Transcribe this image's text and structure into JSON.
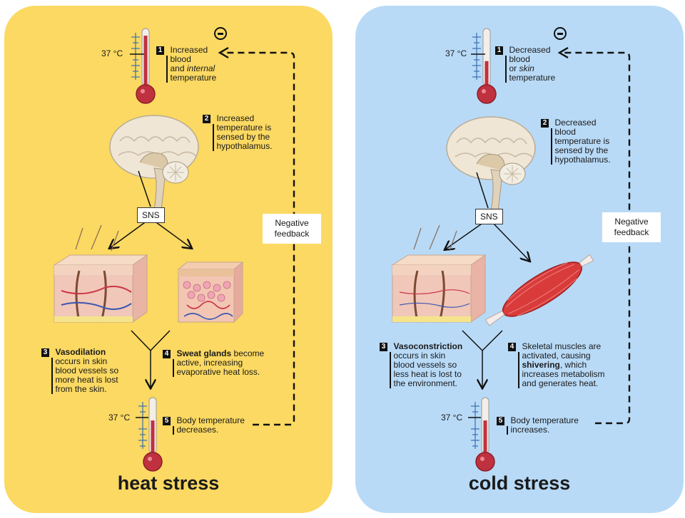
{
  "heat": {
    "title": "heat stress",
    "temp_top": "37 °C",
    "temp_bottom": "37 °C",
    "step1": {
      "num": "1",
      "line1": "Increased",
      "line2": "blood",
      "line3a": "and ",
      "line3b": "internal",
      "line4": "temperature"
    },
    "step2": {
      "num": "2",
      "text": "Increased temperature is sensed by the hypothalamus."
    },
    "sns": "SNS",
    "step3": {
      "num": "3",
      "bold": "Vasodilation",
      "rest": " occurs in skin blood vessels so more heat is lost from the skin."
    },
    "step4": {
      "num": "4",
      "bold": "Sweat glands",
      "rest": " become active, increasing evaporative heat loss."
    },
    "step5": {
      "num": "5",
      "text": "Body temperature decreases."
    },
    "negative_feedback": "Negative feedback",
    "therm_top_level": 0.92,
    "therm_bottom_level": 0.62
  },
  "cold": {
    "title": "cold stress",
    "temp_top": "37 °C",
    "temp_bottom": "37 °C",
    "step1": {
      "num": "1",
      "line1": "Decreased",
      "line2": "blood",
      "line3a": "or ",
      "line3b": "skin",
      "line4": "temperature"
    },
    "step2": {
      "num": "2",
      "text": "Decreased blood temperature is sensed by the hypothalamus."
    },
    "sns": "SNS",
    "step3": {
      "num": "3",
      "bold": "Vasoconstriction",
      "rest": " occurs in skin blood vessels so less heat is lost to the environment."
    },
    "step4": {
      "num": "4",
      "pre": "Skeletal muscles are activated, causing ",
      "bold": "shivering",
      "rest": ", which increases metabolism and generates heat."
    },
    "step5": {
      "num": "5",
      "text": "Body temperature increases."
    },
    "negative_feedback": "Negative feedback",
    "therm_top_level": 0.45,
    "therm_bottom_level": 0.62
  },
  "colors": {
    "heat_bg": "#fbd962",
    "cold_bg": "#b8daf7",
    "mercury": "#c0313f",
    "tick": "#3a6fb0"
  }
}
